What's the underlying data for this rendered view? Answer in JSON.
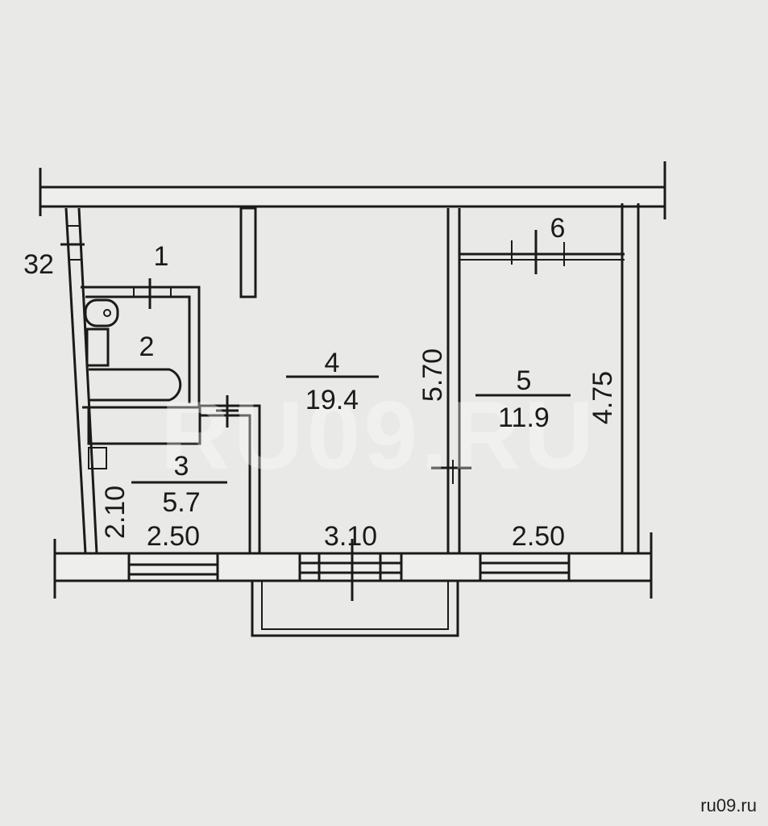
{
  "watermark": "RU09.RU",
  "site": "ru09.ru",
  "rooms": [
    {
      "number": "1"
    },
    {
      "number": "2"
    },
    {
      "number": "3",
      "area": "5.7"
    },
    {
      "number": "4",
      "area": "19.4"
    },
    {
      "number": "5",
      "area": "11.9"
    },
    {
      "number": "6"
    }
  ],
  "dimensions": {
    "corridor_width": "32",
    "room3_depth": "2.10",
    "room3_width": "2.50",
    "room4_width": "3.10",
    "room5_width": "2.50",
    "room4_depth": "5.70",
    "room5_depth": "4.75"
  }
}
